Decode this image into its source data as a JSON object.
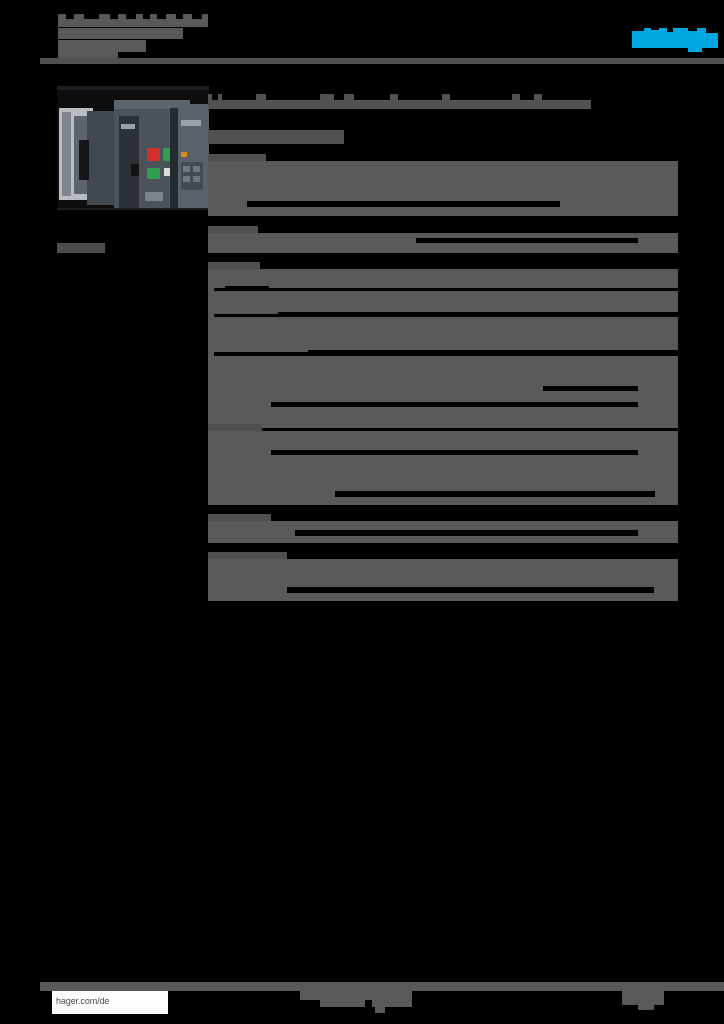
{
  "document": {
    "kind": "product-datasheet",
    "state": "redacted",
    "page_background": "#000000",
    "redaction_color": "#57595b",
    "brand_color": "#00a6e2"
  },
  "header": {
    "title_lines": [
      "[redacted]",
      "[redacted]",
      "[redacted]"
    ],
    "logo": {
      "name": "hager",
      "alt": "hager-logo",
      "color": "#00a6e2"
    },
    "rule": "header-divider"
  },
  "sidebar": {
    "product_image": {
      "alt": "air-circuit-breaker-product-photo",
      "indicators": [
        {
          "name": "red-indicator",
          "color": "#d0312d"
        },
        {
          "name": "green-indicator-upper",
          "color": "#2e9e4f"
        },
        {
          "name": "green-indicator-lower",
          "color": "#2e9e4f"
        }
      ]
    },
    "caption": "[redacted]"
  },
  "main": {
    "title": "[redacted]",
    "subtitle": "[redacted]",
    "sections": [
      {
        "heading": "[redacted]",
        "rows": [
          {
            "label": "[redacted]",
            "value": "[redacted]"
          },
          {
            "label": "[redacted]",
            "value": "[redacted]"
          },
          {
            "label": "[redacted]",
            "value": "[redacted]"
          },
          {
            "label": "[redacted]",
            "value": "[redacted]"
          }
        ]
      },
      {
        "heading": "[redacted]",
        "rows": [
          {
            "label": "[redacted]",
            "value": "[redacted]"
          }
        ]
      },
      {
        "heading": "[redacted]",
        "rows": [
          {
            "label": "[redacted]",
            "value": "[redacted]"
          },
          {
            "label": "[redacted]",
            "value": "[redacted]"
          },
          {
            "label": "[redacted]",
            "value": "[redacted]"
          },
          {
            "label": "[redacted]",
            "value": "[redacted]"
          },
          {
            "label": "[redacted]",
            "value": "[redacted]"
          },
          {
            "label": "[redacted]",
            "value": "[redacted]"
          },
          {
            "label": "[redacted]",
            "value": "[redacted]"
          },
          {
            "label": "[redacted]",
            "value": "[redacted]"
          }
        ]
      },
      {
        "heading": "[redacted]",
        "rows": [
          {
            "label": "[redacted]",
            "value": "[redacted]"
          },
          {
            "label": "[redacted]",
            "value": "[redacted]"
          },
          {
            "label": "[redacted]",
            "value": "[redacted]"
          },
          {
            "label": "[redacted]",
            "value": "[redacted]"
          }
        ]
      },
      {
        "heading": "[redacted]",
        "rows": [
          {
            "label": "[redacted]",
            "value": "[redacted]"
          }
        ]
      },
      {
        "heading": "[redacted]",
        "rows": [
          {
            "label": "[redacted]",
            "value": "[redacted]"
          },
          {
            "label": "[redacted]",
            "value": "[redacted]"
          }
        ]
      }
    ]
  },
  "footer": {
    "url": "hager.com/de",
    "center_text": "[redacted]",
    "right_text": "[redacted]"
  }
}
